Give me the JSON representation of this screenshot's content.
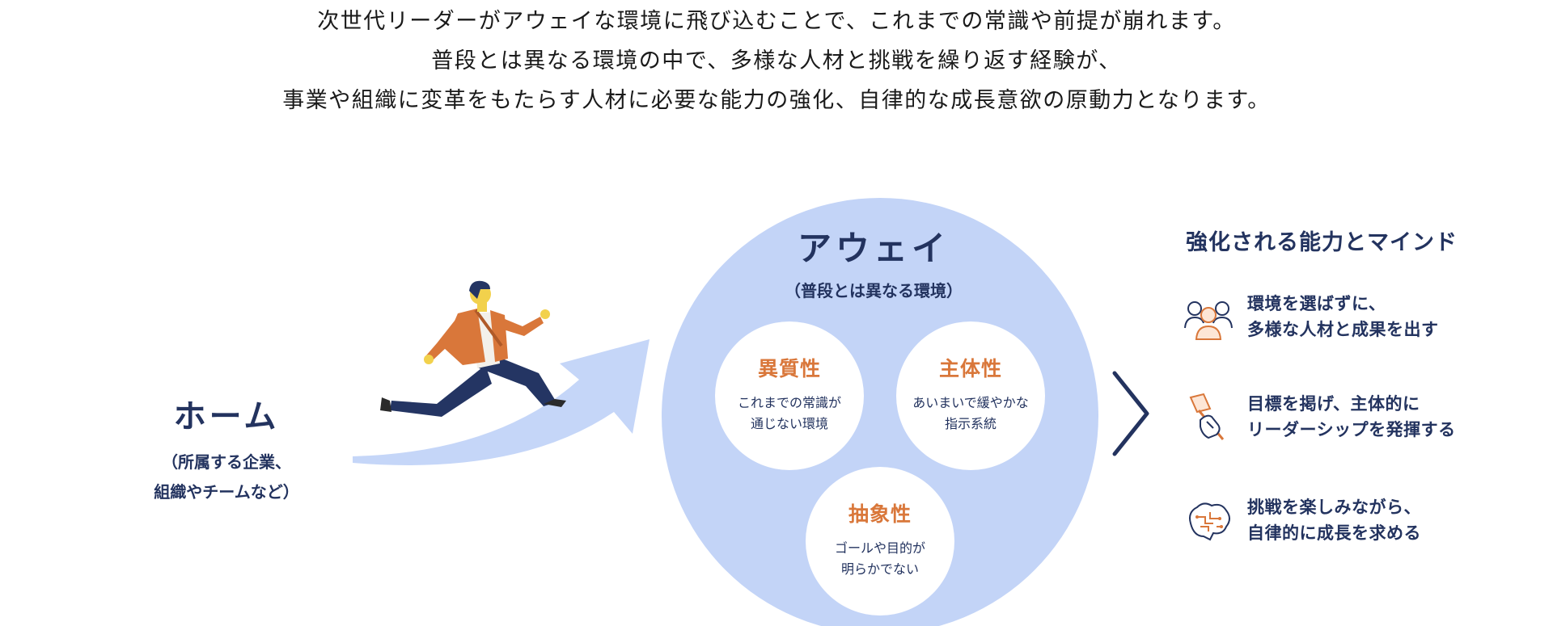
{
  "intro": {
    "lines": [
      "次世代リーダーがアウェイな環境に飛び込むことで、これまでの常識や前提が崩れます。",
      "普段とは異なる環境の中で、多様な人材と挑戦を繰り返す経験が、",
      "事業や組織に変革をもたらす人材に必要な能力の強化、自律的な成長意欲の原動力となります。"
    ]
  },
  "home": {
    "title": "ホーム",
    "subtitle_lines": [
      "（所属する企業、",
      "組織やチームなど）"
    ]
  },
  "away": {
    "title": "アウェイ",
    "subtitle": "（普段とは異なる環境）",
    "traits": [
      {
        "name": "異質性",
        "desc_lines": [
          "これまでの常識が",
          "通じない環境"
        ]
      },
      {
        "name": "主体性",
        "desc_lines": [
          "あいまいで緩やかな",
          "指示系統"
        ]
      },
      {
        "name": "抽象性",
        "desc_lines": [
          "ゴールや目的が",
          "明らかでない"
        ]
      }
    ]
  },
  "mindset": {
    "title": "強化される能力とマインド",
    "items": [
      {
        "icon": "people-icon",
        "lines": [
          "環境を選ばずに、",
          "多様な人材と成果を出す"
        ]
      },
      {
        "icon": "hand-flag-icon",
        "lines": [
          "目標を掲げ、主体的に",
          "リーダーシップを発揮する"
        ]
      },
      {
        "icon": "brain-icon",
        "lines": [
          "挑戦を楽しみながら、",
          "自律的に成長を求める"
        ]
      }
    ]
  },
  "colors": {
    "navy": "#23335f",
    "orange": "#d9773a",
    "light_blue": "#c3d4f7",
    "text": "#1a1a1a"
  }
}
